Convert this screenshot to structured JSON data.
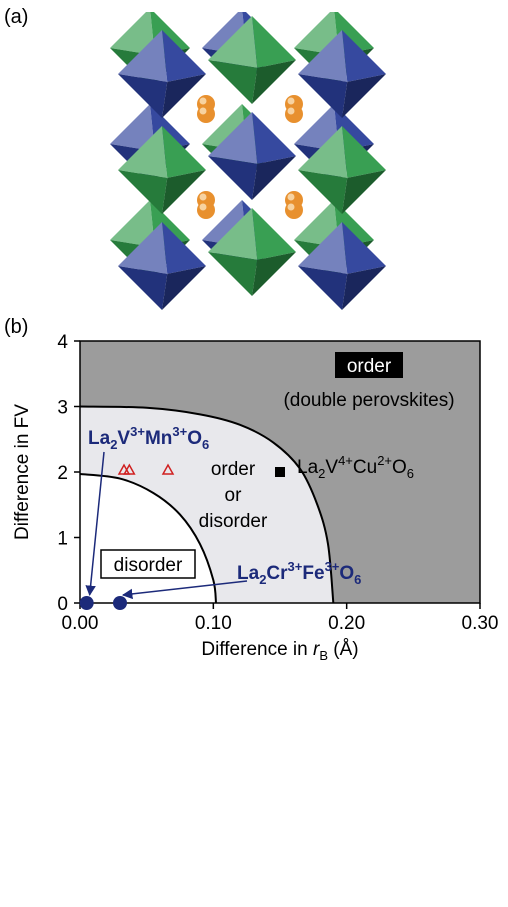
{
  "panel_a_label": "(a)",
  "panel_b_label": "(b)",
  "colors": {
    "octahedron_blue": "#2b3f9a",
    "octahedron_green": "#2f9a4a",
    "sphere_orange": "#e8902e",
    "order_region": "#9c9c9c",
    "mixed_region": "#e8e8ec",
    "disorder_region": "#ffffff",
    "label_blue": "#1c2a7a",
    "triangle_red": "#d02020"
  },
  "chart_data": {
    "type": "scatter",
    "xlabel": "Difference in r_B (Å)",
    "xlabel_main": "Difference in ",
    "xlabel_var": "r",
    "xlabel_sub": "B",
    "xlabel_unit": " (Å)",
    "ylabel": "Difference in FV",
    "xlim": [
      0,
      0.3
    ],
    "ylim": [
      0,
      4
    ],
    "xticks": [
      "0.00",
      "0.10",
      "0.20",
      "0.30"
    ],
    "yticks": [
      "0",
      "1",
      "2",
      "3",
      "4"
    ],
    "regions": [
      {
        "name": "order",
        "label": "order",
        "sublabel": "(double perovskites)"
      },
      {
        "name": "order-or-disorder",
        "label_lines": [
          "order",
          "or",
          "disorder"
        ]
      },
      {
        "name": "disorder",
        "label": "disorder"
      }
    ],
    "boundaries": [
      {
        "name": "order-boundary",
        "points": [
          [
            0,
            3.0
          ],
          [
            0.05,
            2.98
          ],
          [
            0.09,
            2.88
          ],
          [
            0.12,
            2.72
          ],
          [
            0.145,
            2.45
          ],
          [
            0.165,
            2.05
          ],
          [
            0.178,
            1.5
          ],
          [
            0.186,
            0.9
          ],
          [
            0.19,
            0
          ]
        ]
      },
      {
        "name": "disorder-boundary",
        "points": [
          [
            0,
            1.97
          ],
          [
            0.03,
            1.9
          ],
          [
            0.055,
            1.68
          ],
          [
            0.075,
            1.35
          ],
          [
            0.09,
            0.9
          ],
          [
            0.1,
            0.35
          ],
          [
            0.102,
            0
          ]
        ]
      }
    ],
    "series": [
      {
        "marker": "circle",
        "points": [
          [
            0.005,
            0
          ],
          [
            0.03,
            0
          ]
        ]
      },
      {
        "marker": "triangle",
        "points": [
          [
            0.033,
            2.03
          ],
          [
            0.037,
            2.03
          ],
          [
            0.066,
            2.03
          ]
        ]
      },
      {
        "marker": "square",
        "points": [
          [
            0.15,
            2.0
          ]
        ]
      }
    ],
    "annotations": [
      {
        "name": "la2v3mn3o6",
        "text": "La₂V³⁺Mn³⁺O₆",
        "parts": [
          "La",
          "2",
          "V",
          "3+",
          "Mn",
          "3+",
          "O",
          "6"
        ],
        "color": "#1c2a7a",
        "bold": true,
        "arrow_to": [
          0.005,
          0
        ]
      },
      {
        "name": "la2cr3fe3o6",
        "text": "La₂Cr³⁺Fe³⁺O₆",
        "parts": [
          "La",
          "2",
          "Cr",
          "3+",
          "Fe",
          "3+",
          "O",
          "6"
        ],
        "color": "#1c2a7a",
        "bold": true,
        "arrow_to": [
          0.03,
          0
        ]
      },
      {
        "name": "la2v4cu2o6",
        "text": "La₂V⁴⁺Cu²⁺O₆",
        "parts": [
          "La",
          "2",
          "V",
          "4+",
          "Cu",
          "2+",
          "O",
          "6"
        ],
        "color": "#000000",
        "bold": false
      }
    ]
  }
}
